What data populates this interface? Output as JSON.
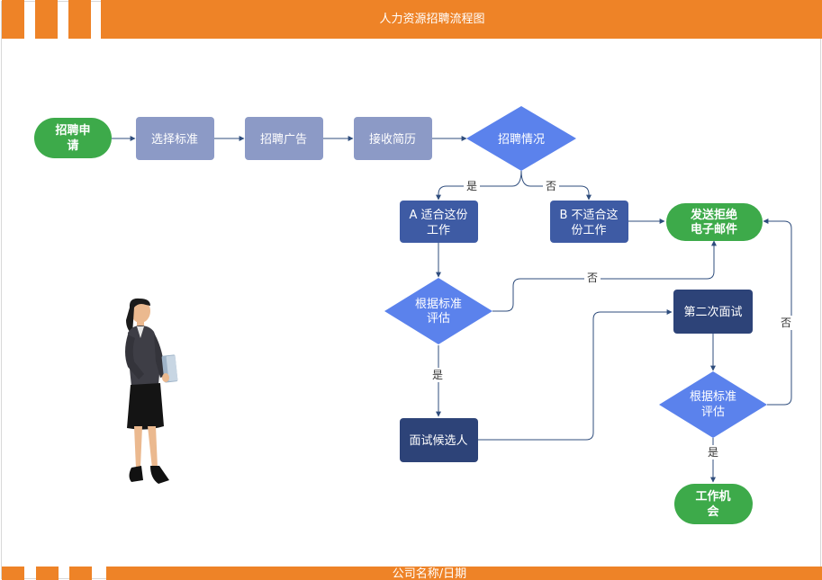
{
  "header": {
    "title": "人力资源招聘流程图"
  },
  "footer": {
    "text": "公司名称/日期"
  },
  "colors": {
    "orange": "#EE8327",
    "green": "#3DAA4A",
    "gray_blue": "#8C9AC6",
    "diamond_blue": "#5B82EC",
    "dark_blue": "#3E5BA4",
    "navy": "#2D4378",
    "line": "#2F4D7D"
  },
  "nodes": {
    "start": [
      "招聘申",
      "请"
    ],
    "select_criteria": [
      "选择标准"
    ],
    "ad": [
      "招聘广告"
    ],
    "receive_resume": [
      "接收简历"
    ],
    "situation": [
      "招聘情况"
    ],
    "suitable": [
      "A 适合这份",
      "工作"
    ],
    "unsuitable": [
      "B 不适合这",
      "份工作"
    ],
    "reject_email": [
      "发送拒绝",
      "电子邮件"
    ],
    "evaluate1": [
      "根据标准",
      "评估"
    ],
    "interview": [
      "面试候选人"
    ],
    "second_interview": [
      "第二次面试"
    ],
    "evaluate2": [
      "根据标准",
      "评估"
    ],
    "job_offer": [
      "工作机",
      "会"
    ]
  },
  "edge_labels": {
    "yes_1": "是",
    "no_1": "否",
    "no_2": "否",
    "yes_2": "是",
    "no_3": "否",
    "yes_3": "是"
  }
}
